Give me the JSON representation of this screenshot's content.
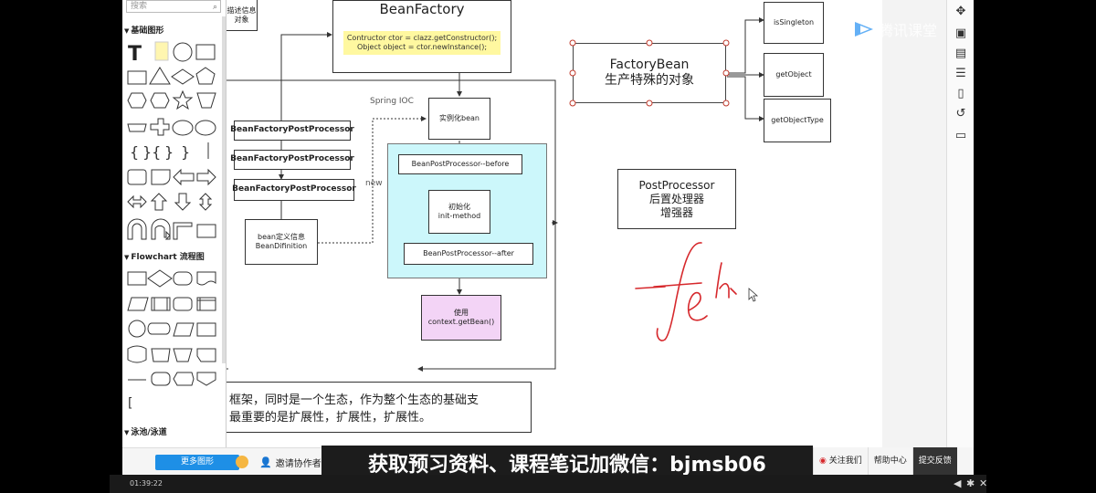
{
  "palette": {
    "search_placeholder": "搜索",
    "sections": {
      "basic": "基础图形",
      "flowchart": "Flowchart 流程图",
      "swimlane": "泳池/泳道"
    }
  },
  "canvas": {
    "top_fragment": "描述信息\n对象",
    "bean_factory": {
      "title": "BeanFactory",
      "note_line1": "Contructor ctor = clazz.getConstructor();",
      "note_line2": "Object object = ctor.newInstance();"
    },
    "spring_ioc_label": "Spring IOC",
    "instantiate": "实例化bean",
    "bfpp_1": "BeanFactoryPostProcessor",
    "bfpp_2": "BeanFactoryPostProcessor",
    "bfpp_3": "BeanFactoryPostProcessor",
    "new_label": "new",
    "bean_def_line1": "bean定义信息",
    "bean_def_line2": "BeanDifinition",
    "bpp_before": "BeanPostProcessor--before",
    "init_line1": "初始化",
    "init_line2": "init-method",
    "bpp_after": "BeanPostProcessor--after",
    "use_line1": "使用",
    "use_line2": "context.getBean()",
    "factory_bean_line1": "FactoryBean",
    "factory_bean_line2": "生产特殊的对象",
    "is_singleton": "isSingleton",
    "get_object": "getObject",
    "get_object_type": "getObjectType",
    "post_processor_line1": "PostProcessor",
    "post_processor_line2": "后置处理器",
    "post_processor_line3": "增强器",
    "text_line1": "框架，同时是一个生态，作为整个生态的基础支",
    "text_line2": "最重要的是扩展性，扩展性，扩展性。"
  },
  "watermark": "腾讯课堂",
  "bottombar": {
    "more_shapes": "更多图形",
    "invite": "邀请协作者",
    "banner": "获取预习资料、课程笔记加微信：bjmsb06",
    "follow": "关注我们",
    "help": "帮助中心",
    "feedback": "提交反馈"
  },
  "player": {
    "time": "01:39:22"
  }
}
